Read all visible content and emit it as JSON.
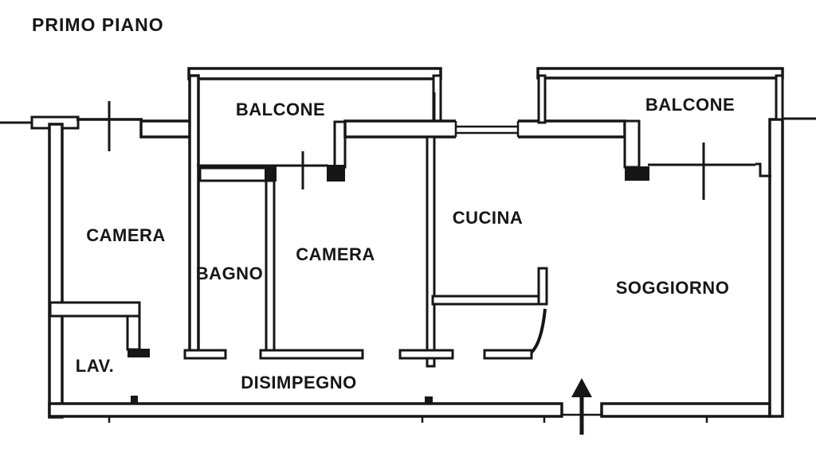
{
  "title": "PRIMO PIANO",
  "colors": {
    "ink": "#161616",
    "background": "#ffffff"
  },
  "rooms": {
    "balcone_left": "BALCONE",
    "balcone_right": "BALCONE",
    "camera_left": "CAMERA",
    "bagno": "BAGNO",
    "camera_middle": "CAMERA",
    "cucina": "CUCINA",
    "soggiorno": "SOGGIORNO",
    "lavanderia": "LAV.",
    "disimpegno": "DISIMPEGNO"
  },
  "icons": {
    "entrance_arrow": "arrow-up-icon"
  }
}
